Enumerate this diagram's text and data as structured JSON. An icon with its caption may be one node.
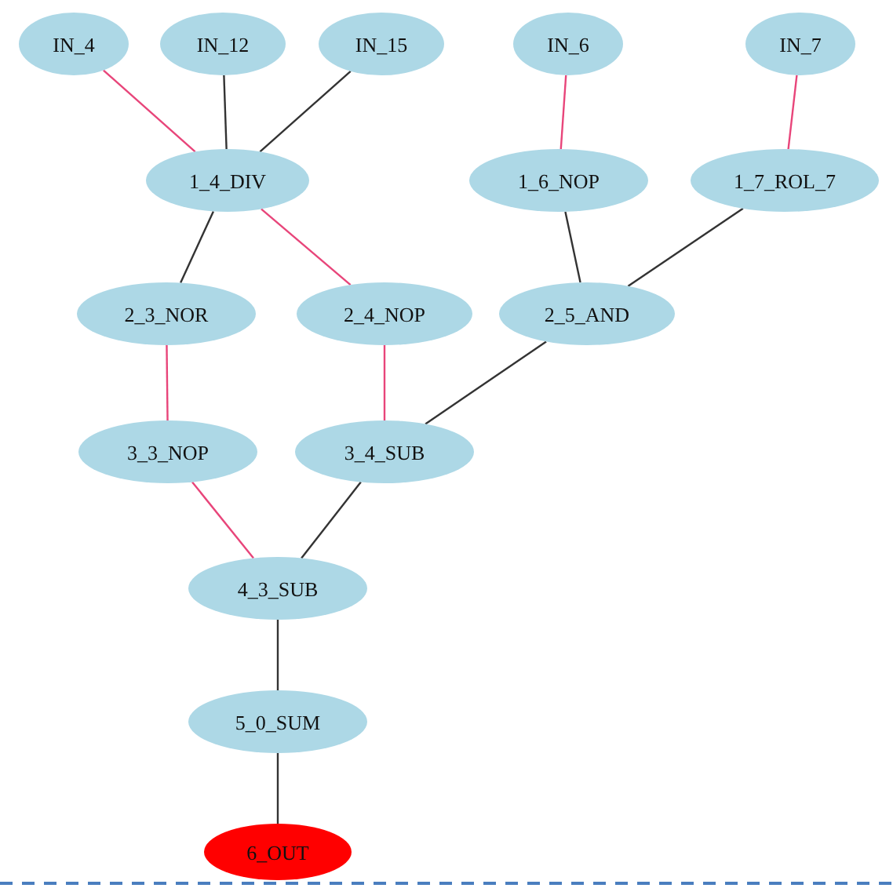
{
  "diagram": {
    "nodes": [
      {
        "text": [
          "IN_4"
        ]
      },
      {
        "text": [
          "IN_12"
        ]
      },
      {
        "text": [
          "IN_15"
        ]
      },
      {
        "text": [
          "IN_6"
        ]
      },
      {
        "text": [
          "IN_7"
        ]
      },
      {
        "text": [
          "1_4_DIV"
        ]
      },
      {
        "text": [
          "1_6_NOP"
        ]
      },
      {
        "text": [
          "1_7_ROL_7"
        ]
      },
      {
        "text": [
          "2_3_NOR"
        ]
      },
      {
        "text": [
          "2_4_NOP"
        ]
      },
      {
        "text": [
          "2_5_AND"
        ]
      },
      {
        "text": [
          "3_3_NOP"
        ]
      },
      {
        "text": [
          "3_4_SUB"
        ]
      },
      {
        "text": [
          "4_3_SUB"
        ]
      },
      {
        "text": [
          "5_0_SUM"
        ]
      },
      {
        "text": [
          "6_OUT"
        ]
      }
    ],
    "edges": [
      {
        "from": 0,
        "to": 5,
        "arrow": "none",
        "color": "#e8457a"
      },
      {
        "from": 1,
        "to": 5,
        "arrow": "none"
      },
      {
        "from": 2,
        "to": 5,
        "arrow": "none"
      },
      {
        "from": 3,
        "to": 6,
        "arrow": "none",
        "color": "#e8457a"
      },
      {
        "from": 4,
        "to": 7,
        "arrow": "none",
        "color": "#e8457a"
      },
      {
        "from": 5,
        "to": 8,
        "arrow": "none"
      },
      {
        "from": 5,
        "to": 9,
        "arrow": "none",
        "color": "#e8457a"
      },
      {
        "from": 6,
        "to": 10,
        "arrow": "none"
      },
      {
        "from": 7,
        "to": 10,
        "arrow": "none"
      },
      {
        "from": 8,
        "to": 11,
        "arrow": "none",
        "color": "#e8457a"
      },
      {
        "from": 9,
        "to": 12,
        "arrow": "none",
        "color": "#e8457a"
      },
      {
        "from": 10,
        "to": 12,
        "arrow": "none"
      },
      {
        "from": 11,
        "to": 13,
        "arrow": "none",
        "color": "#e8457a"
      },
      {
        "from": 12,
        "to": 13,
        "arrow": "none"
      },
      {
        "from": 13,
        "to": 14,
        "arrow": "none"
      },
      {
        "from": 14,
        "to": 15,
        "arrow": "none"
      }
    ]
  }
}
